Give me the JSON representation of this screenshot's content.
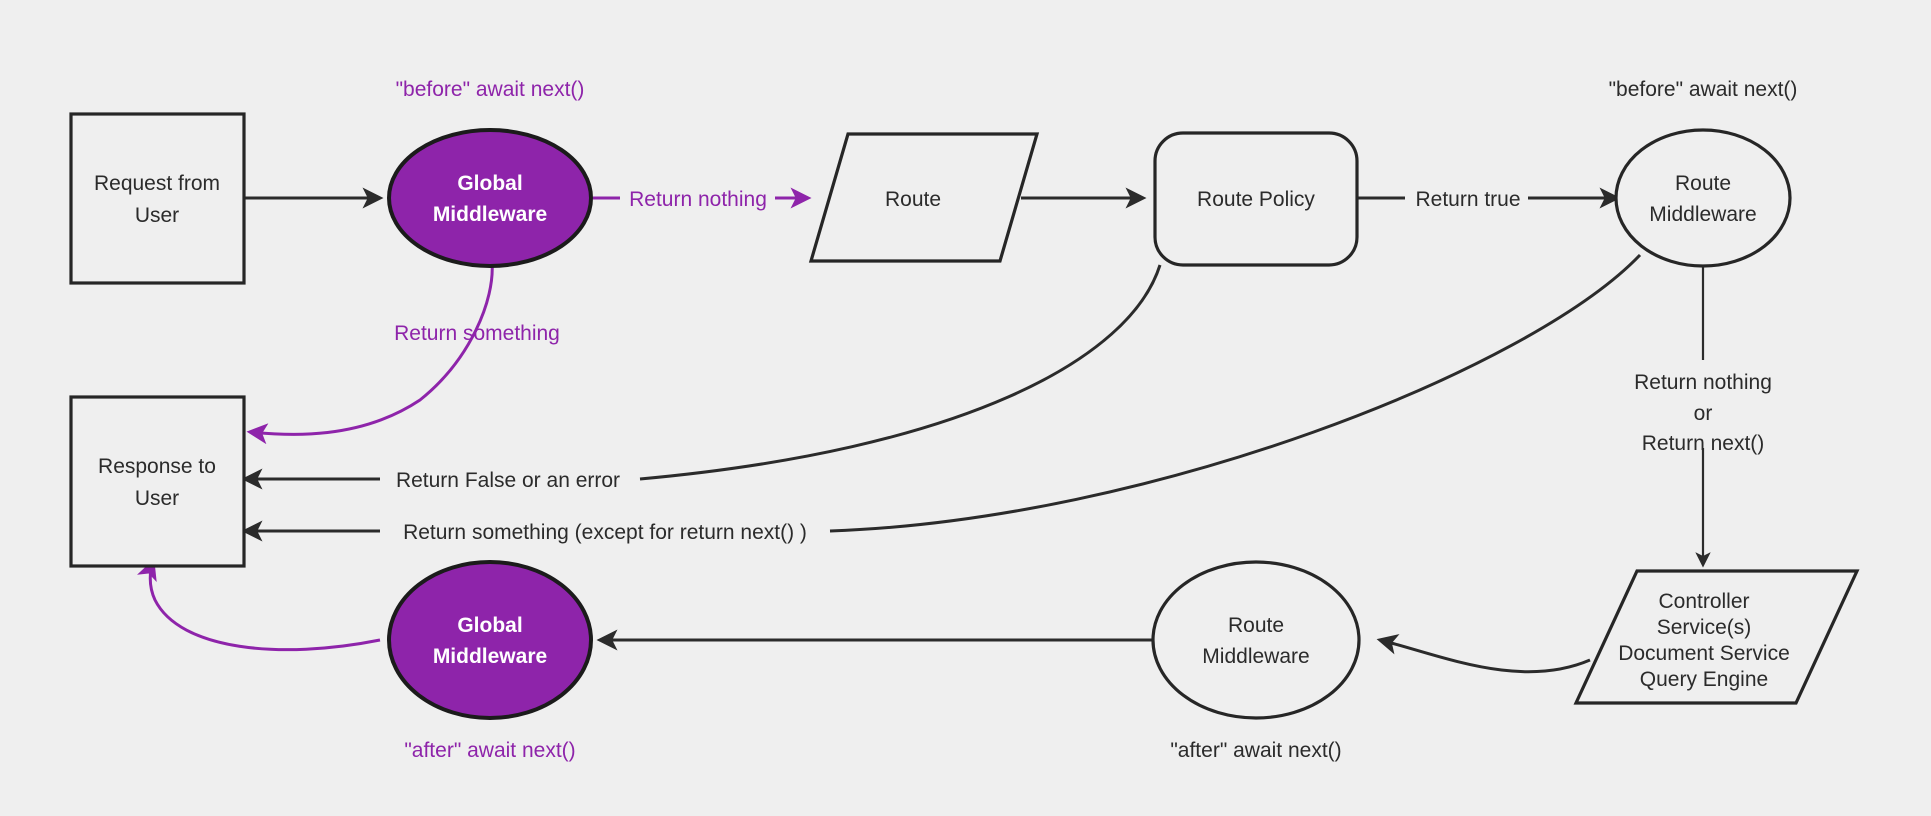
{
  "diagram": {
    "title": "Middleware request lifecycle flow",
    "background_color": "#efefef",
    "accent_color": "#8E24AA",
    "line_color": "#2b2b2b",
    "nodes": {
      "request_from_user": {
        "line1": "Request from",
        "line2": "User",
        "shape": "rectangle"
      },
      "global_middleware_top": {
        "line1": "Global",
        "line2": "Middleware",
        "shape": "ellipse",
        "fill": "#8E24AA"
      },
      "route": {
        "line1": "Route",
        "shape": "parallelogram"
      },
      "route_policy": {
        "line1": "Route Policy",
        "shape": "rounded-rectangle"
      },
      "route_middleware_top": {
        "line1": "Route",
        "line2": "Middleware",
        "shape": "ellipse"
      },
      "controller_services": {
        "line1": "Controller",
        "line2": "Service(s)",
        "line3": "Document Service",
        "line4": "Query Engine",
        "shape": "parallelogram"
      },
      "route_middleware_bottom": {
        "line1": "Route",
        "line2": "Middleware",
        "shape": "ellipse"
      },
      "global_middleware_bottom": {
        "line1": "Global",
        "line2": "Middleware",
        "shape": "ellipse",
        "fill": "#8E24AA"
      },
      "response_to_user": {
        "line1": "Response to",
        "line2": "User",
        "shape": "rectangle"
      }
    },
    "annotations": {
      "before_await_next_left": "\"before\" await next()",
      "before_await_next_right": "\"before\" await next()",
      "after_await_next_left": "\"after\" await next()",
      "after_await_next_middle": "\"after\" await next()"
    },
    "edge_labels": {
      "return_nothing": "Return nothing",
      "return_something": "Return something",
      "return_true": "Return true",
      "return_false_or_error": "Return False or an error",
      "return_something_except_next": "Return something (except for return next() )",
      "return_nothing_or_next_line1": "Return nothing",
      "return_nothing_or_next_line2": "or",
      "return_nothing_or_next_line3": "Return next()"
    }
  }
}
